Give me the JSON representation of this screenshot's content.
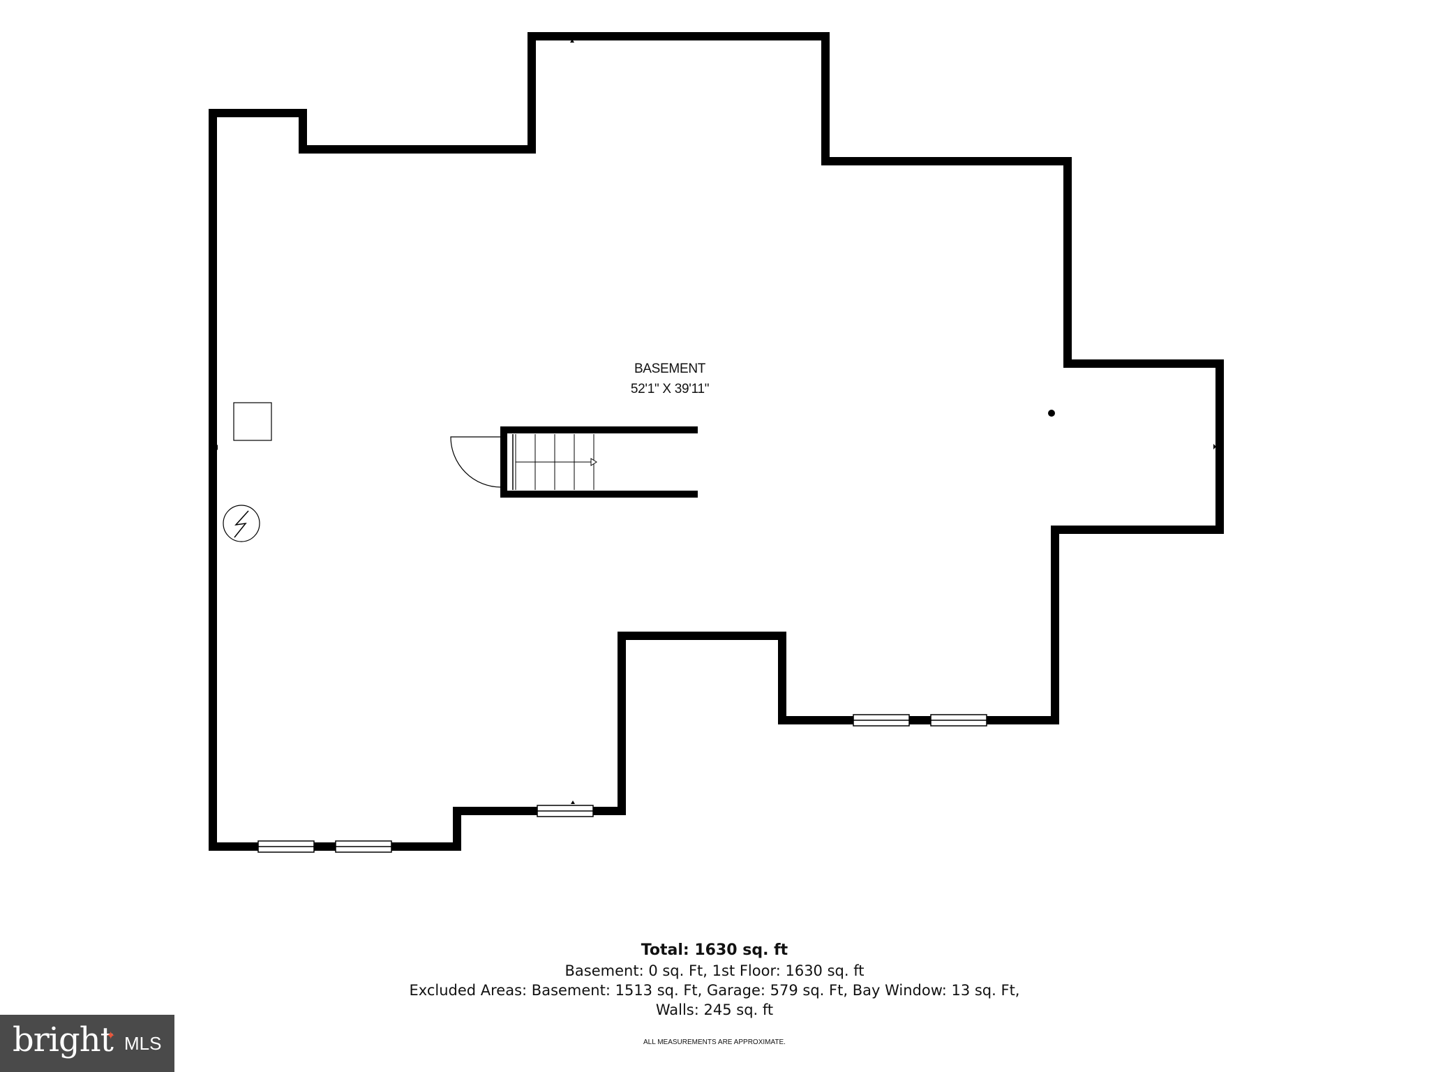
{
  "room": {
    "name": "BASEMENT",
    "dimensions": "52'1\" X 39'11\""
  },
  "summary": {
    "total": "Total: 1630 sq. ft",
    "line1": "Basement: 0 sq. Ft, 1st Floor: 1630 sq. ft",
    "line2": "Excluded Areas: Basement: 1513 sq. Ft, Garage: 579 sq. Ft, Bay Window: 13 sq. Ft,",
    "line3": "Walls: 245 sq. ft",
    "note": "ALL MEASUREMENTS ARE APPROXIMATE."
  },
  "logo": {
    "brand": "bright",
    "suffix": "MLS"
  },
  "colors": {
    "wall": "#000000",
    "background": "#ffffff",
    "logo_bg": "#4a4a4a",
    "logo_accent": "#e8553a"
  },
  "icons": [
    "electrical-panel-icon",
    "stairs-arrow-icon",
    "door-swing-icon",
    "column-icon"
  ]
}
